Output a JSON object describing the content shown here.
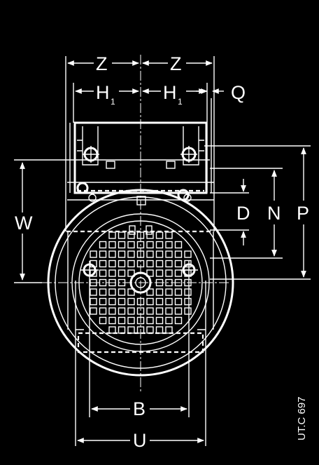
{
  "labels": {
    "z": "Z",
    "h1": "H",
    "h1_subscript": "1",
    "q": "Q",
    "w": "W",
    "d": "D",
    "n": "N",
    "p": "P",
    "b": "B",
    "u": "U"
  },
  "drawing_code": "UT.C 697",
  "colors": {
    "background": "#000000",
    "lines": "#ffffff"
  }
}
